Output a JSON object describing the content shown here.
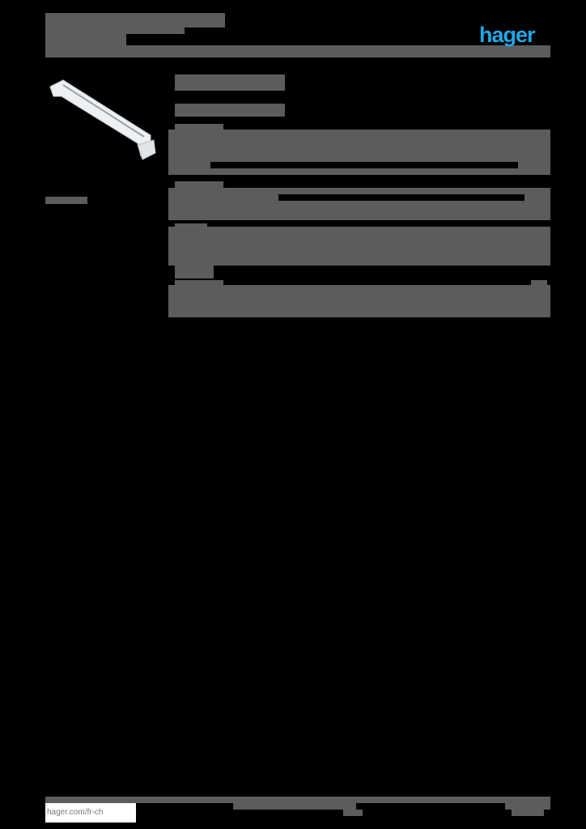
{
  "header": {
    "title": "",
    "subtitle": "",
    "brand_logo": "hager",
    "brand_color": "#1fa7e6"
  },
  "product": {
    "image": "din-rail-bracket-image",
    "name": "",
    "subtitle": "",
    "side_label": ""
  },
  "spec_tables": [
    {
      "name": "table-1",
      "rows": []
    },
    {
      "name": "table-2",
      "rows": []
    },
    {
      "name": "table-3",
      "rows": []
    },
    {
      "name": "table-4",
      "rows": []
    }
  ],
  "footer": {
    "website": "hager.com/fr-ch",
    "center_text": "",
    "page_info": ""
  },
  "colors": {
    "background": "#000000",
    "masked_block": "#5b5c5c",
    "accent": "#1fa7e6"
  }
}
